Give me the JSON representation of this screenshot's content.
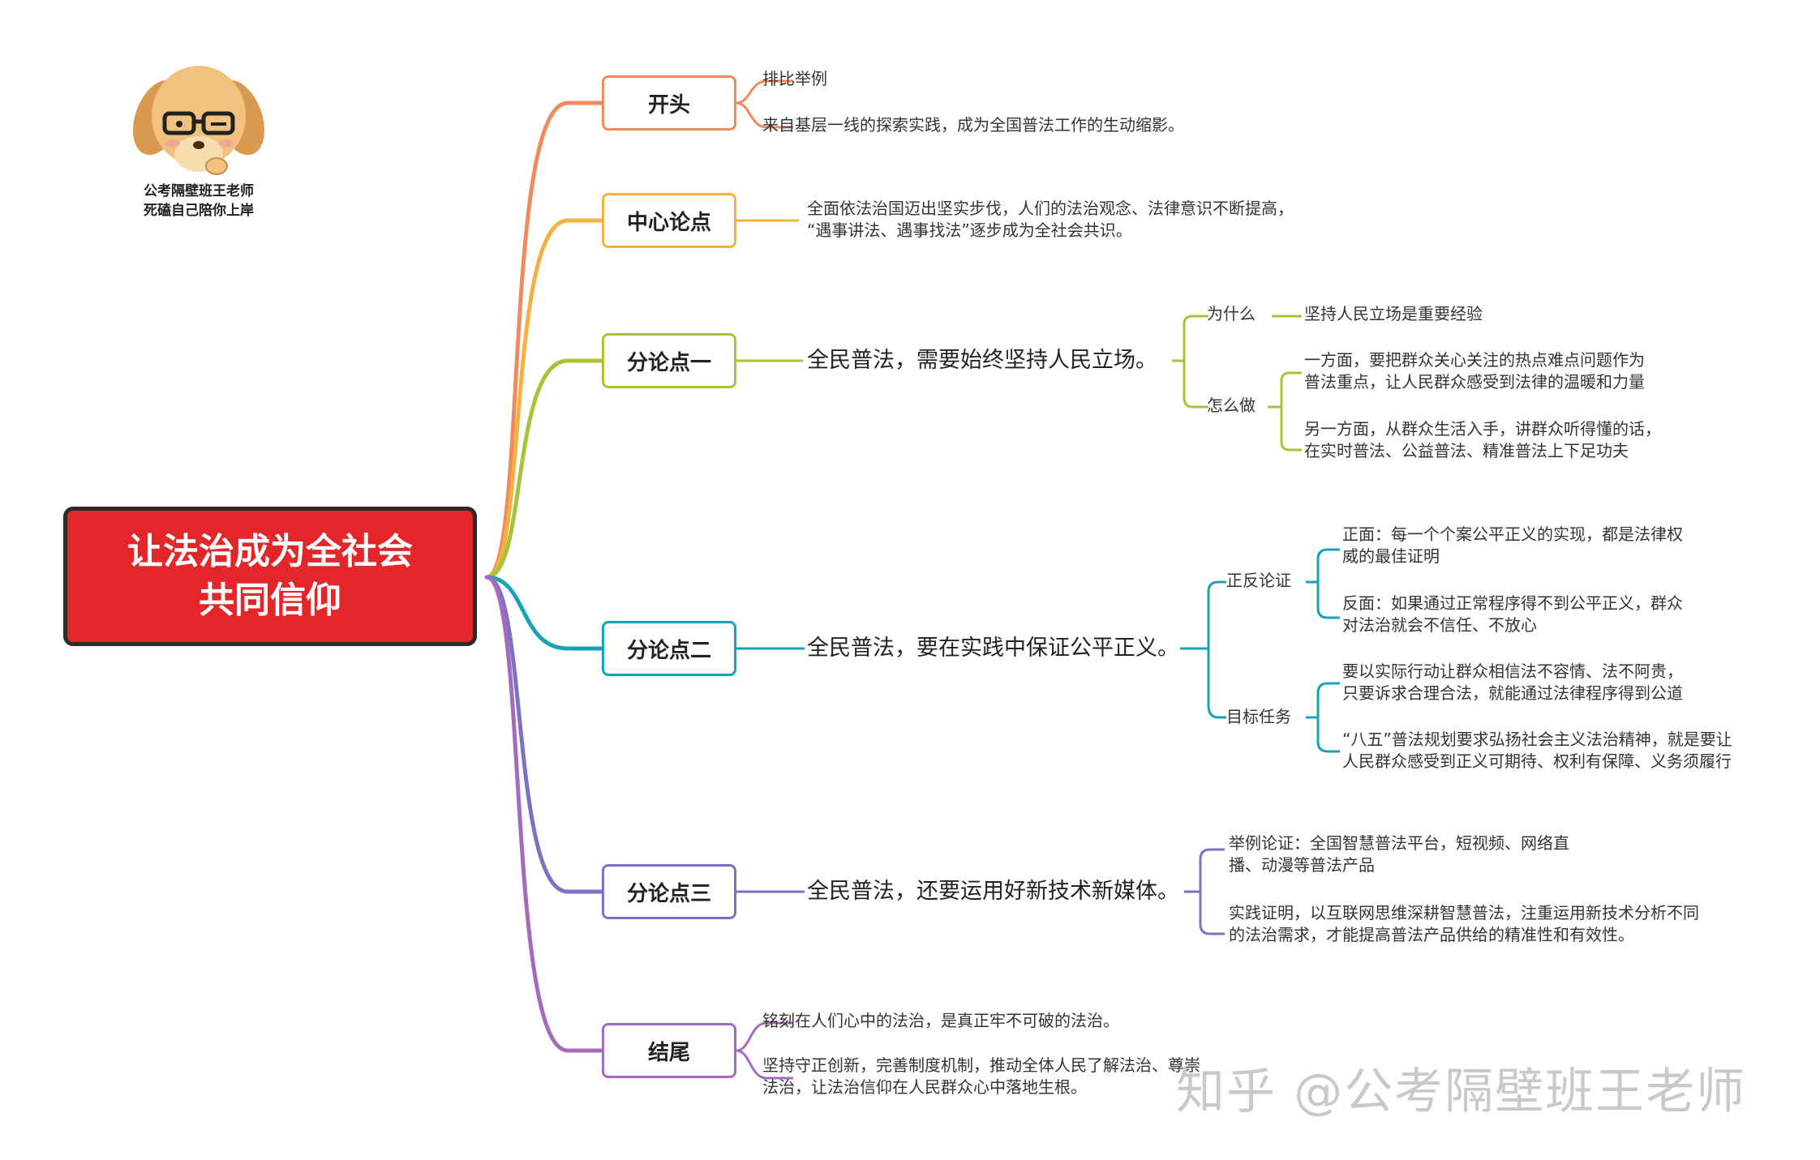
{
  "colors": {
    "root": "#e3262a",
    "kaitou": "#f08a5d",
    "zhongxin": "#f5b041",
    "fen1": "#a8c23a",
    "fen2": "#17a2b8",
    "fen3": "#7b72c4",
    "jiewei": "#a569bd"
  },
  "logo": {
    "icon": "dog-mascot-icon",
    "line1": "公考隔壁班王老师",
    "line2": "死磕自己陪你上岸"
  },
  "root": {
    "line1": "让法治成为全社会",
    "line2": "共同信仰"
  },
  "branches": {
    "kaitou": {
      "label": "开头",
      "items": [
        "排比举例",
        "来自基层一线的探索实践，成为全国普法工作的生动缩影。"
      ]
    },
    "zhongxin": {
      "label": "中心论点",
      "lines": [
        "全面依法治国迈出坚实步伐，人们的法治观念、法律意识不断提高，",
        "“遇事讲法、遇事找法”逐步成为全社会共识。"
      ]
    },
    "fen1": {
      "label": "分论点一",
      "claim": "全民普法，需要始终坚持人民立场。",
      "why": {
        "label": "为什么",
        "text": "坚持人民立场是重要经验"
      },
      "how": {
        "label": "怎么做",
        "item1": [
          "一方面，要把群众关心关注的热点难点问题作为",
          "普法重点，让人民群众感受到法律的温暖和力量"
        ],
        "item2": [
          "另一方面，从群众生活入手，讲群众听得懂的话，",
          "在实时普法、公益普法、精准普法上下足功夫"
        ]
      }
    },
    "fen2": {
      "label": "分论点二",
      "claim": "全民普法，要在实践中保证公平正义。",
      "zhengfan": {
        "label": "正反论证",
        "item1": [
          "正面：每一个个案公平正义的实现，都是法律权",
          "威的最佳证明"
        ],
        "item2": [
          "反面：如果通过正常程序得不到公平正义，群众",
          "对法治就会不信任、不放心"
        ]
      },
      "mubiao": {
        "label": "目标任务",
        "item1": [
          "要以实际行动让群众相信法不容情、法不阿贵，",
          "只要诉求合理合法，就能通过法律程序得到公道"
        ],
        "item2": [
          "“八五”普法规划要求弘扬社会主义法治精神，就是要让",
          "人民群众感受到正义可期待、权利有保障、义务须履行"
        ]
      }
    },
    "fen3": {
      "label": "分论点三",
      "claim": "全民普法，还要运用好新技术新媒体。",
      "item1": [
        "举例论证：全国智慧普法平台，短视频、网络直",
        "播、动漫等普法产品"
      ],
      "item2": [
        "实践证明，以互联网思维深耕智慧普法，注重运用新技术分析不同",
        "的法治需求，才能提高普法产品供给的精准性和有效性。"
      ]
    },
    "jiewei": {
      "label": "结尾",
      "item1": "铭刻在人们心中的法治，是真正牢不可破的法治。",
      "item2": [
        "坚持守正创新，完善制度机制，推动全体人民了解法治、尊崇",
        "法治，让法治信仰在人民群众心中落地生根。"
      ]
    }
  },
  "watermark": "知乎 @公考隔壁班王老师"
}
